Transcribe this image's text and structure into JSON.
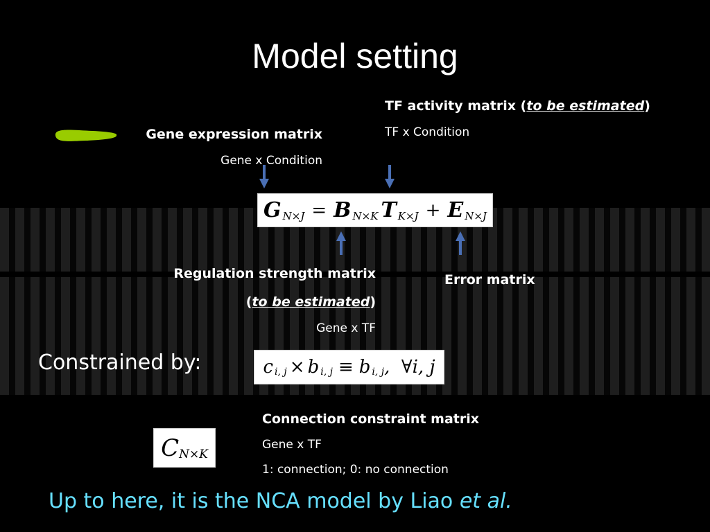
{
  "slide": {
    "title": "Model setting",
    "tf_activity": {
      "label_prefix": "TF activity matrix (",
      "label_emph": "to be estimated",
      "label_suffix": ")",
      "dims": "TF x Condition"
    },
    "gene_expression": {
      "label": "Gene expression matrix",
      "dims": "Gene x Condition"
    },
    "equation": {
      "G": "G",
      "G_sub": "N×J",
      "eq": "=",
      "B": "B",
      "B_sub": "N×K",
      "T": "T",
      "T_sub": "K×J",
      "plus": "+",
      "E": "E",
      "E_sub": "N×J"
    },
    "regulation": {
      "label": "Regulation strength matrix",
      "paren_open": "(",
      "emph": "to be estimated",
      "paren_close": ")",
      "dims": "Gene x TF"
    },
    "error": {
      "label": "Error matrix"
    },
    "constraint": {
      "label": "Constrained by:",
      "c": "c",
      "c_sub": "i, j",
      "times": "×",
      "b1": "b",
      "b1_sub": "i, j",
      "equiv": "≡",
      "b2": "b",
      "b2_sub": "i, j",
      "forall": ",  ∀i, j"
    },
    "connection": {
      "symbol": "C",
      "symbol_sub": "N×K",
      "label": "Connection constraint matrix",
      "dims": "Gene x TF",
      "legend": "1: connection; 0: no connection"
    },
    "footer": {
      "text": "Up to here, it is the NCA model by Liao ",
      "emph": "et al."
    },
    "colors": {
      "background": "#000000",
      "arrow": "#4a6fb5",
      "highlight": "#99cc00",
      "footer": "#66e0ff"
    }
  }
}
